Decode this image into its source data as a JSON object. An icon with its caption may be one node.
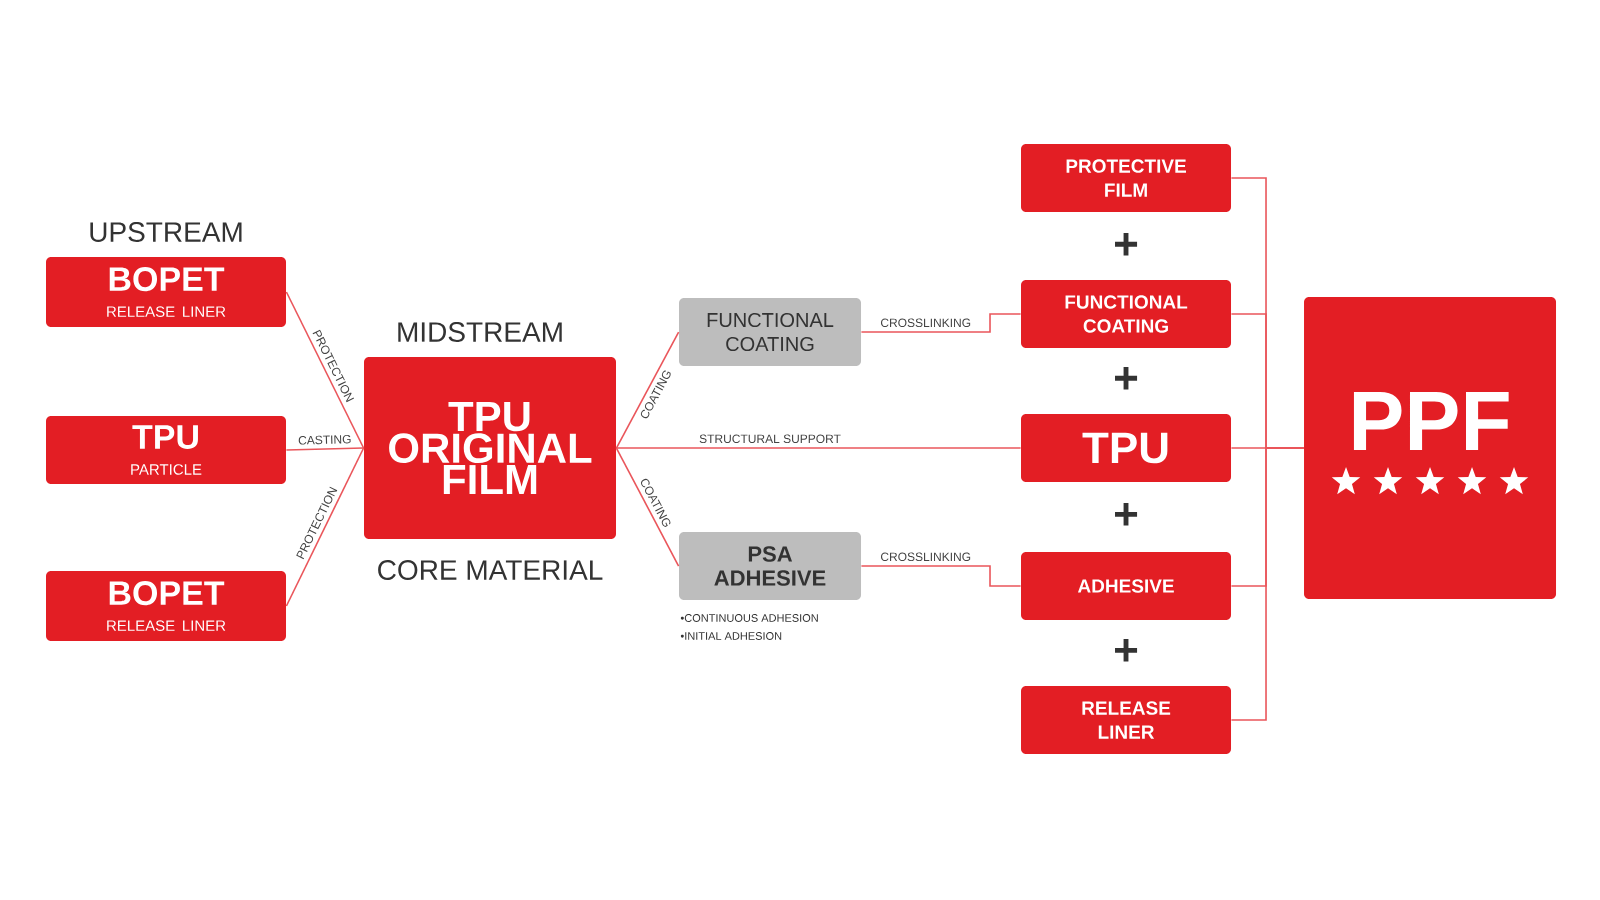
{
  "diagram": {
    "nodes": [
      {
        "text": [
          "BOPET",
          "RELEASE LINER"
        ]
      },
      {
        "text": [
          "TPU",
          "PARTICLE"
        ]
      },
      {
        "text": [
          "BOPET",
          "RELEASE LINER"
        ]
      },
      {
        "text": [
          "TPU ORIGINAL FILM"
        ],
        "beside": [
          "MIDSTREAM",
          "CORE MATERIAL"
        ]
      },
      {
        "text": [
          "FUNCTIONAL COATING"
        ]
      },
      {
        "text": [
          "PSA ADHESIVE"
        ],
        "beside": [
          "•CONTINUOUS ADHESION",
          "•INITIAL ADHESION"
        ]
      },
      {
        "text": [
          "PROTECTIVE FILM"
        ]
      },
      {
        "text": [
          "FUNCTIONAL COATING"
        ]
      },
      {
        "text": [
          "TPU"
        ]
      },
      {
        "text": [
          "ADHESIVE"
        ]
      },
      {
        "text": [
          "RELEASE LINER"
        ]
      },
      {
        "text": [
          "PPF"
        ]
      }
    ],
    "edges": [
      {
        "from": 0,
        "to": 3,
        "arrow": "none",
        "label": "PROTECTION"
      },
      {
        "from": 1,
        "to": 3,
        "arrow": "none",
        "label": "CASTING"
      },
      {
        "from": 2,
        "to": 3,
        "arrow": "none",
        "label": "PROTECTION"
      },
      {
        "from": 3,
        "to": 4,
        "arrow": "none",
        "label": "COATING"
      },
      {
        "from": 3,
        "to": 5,
        "arrow": "none",
        "label": "COATING"
      },
      {
        "from": 3,
        "to": 8,
        "arrow": "none",
        "label": "STRUCTURAL SUPPORT"
      },
      {
        "from": 4,
        "to": 7,
        "arrow": "none",
        "label": "CROSSLINKING"
      },
      {
        "from": 5,
        "to": 9,
        "arrow": "none",
        "label": "CROSSLINKING"
      },
      {
        "from": 6,
        "to": 11,
        "arrow": "none"
      },
      {
        "from": 7,
        "to": 11,
        "arrow": "none"
      },
      {
        "from": 8,
        "to": 11,
        "arrow": "none"
      },
      {
        "from": 9,
        "to": 11,
        "arrow": "none"
      },
      {
        "from": 10,
        "to": 11,
        "arrow": "none"
      }
    ],
    "labels": [
      "UPSTREAM",
      "+",
      "+",
      "+",
      "+"
    ]
  }
}
